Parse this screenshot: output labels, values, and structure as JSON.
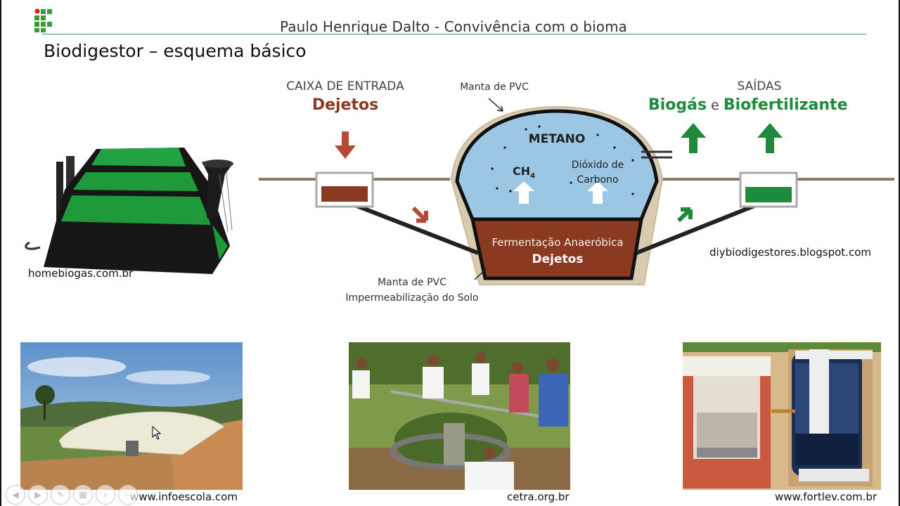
{
  "header": {
    "presenter": "Paulo Henrique Dalto - Convivência com o bioma"
  },
  "slide": {
    "title": "Biodigestor – esquema básico"
  },
  "diagram": {
    "entrada_title": "CAIXA DE ENTRADA",
    "entrada_dejetos": "Dejetos",
    "manta_top": "Manta de PVC",
    "saidas_title": "SAÍDAS",
    "saidas_biogas": "Biogás",
    "saidas_e": "e",
    "saidas_biofert": "Biofertilizante",
    "metano": "METANO",
    "ch4": "CH",
    "ch4_sub": "4",
    "dioxido_1": "Dióxido de",
    "dioxido_2": "Carbono",
    "fermentacao": "Fermentação Anaeróbica",
    "dejetos_bottom": "Dejetos",
    "manta_bottom_1": "Manta de PVC",
    "manta_bottom_2": "Impermeabilização do Solo"
  },
  "captions": {
    "homebiogas": "homebiogas.com.br",
    "diy": "diybiodigestores.blogspot.com",
    "infoescola": "www.infoescola.com",
    "cetra": "cetra.org.br",
    "fortlev": "www.fortlev.com.br"
  },
  "icons": [
    "prev-icon",
    "next-icon",
    "pen-icon",
    "slides-icon",
    "zoom-icon",
    "more-icon"
  ],
  "colors": {
    "dejetos_brown": "#8b3a22",
    "saida_green": "#1e8a3c",
    "gas_blue": "#9cc7e4",
    "ifsp_green": "#3a9b3a"
  }
}
